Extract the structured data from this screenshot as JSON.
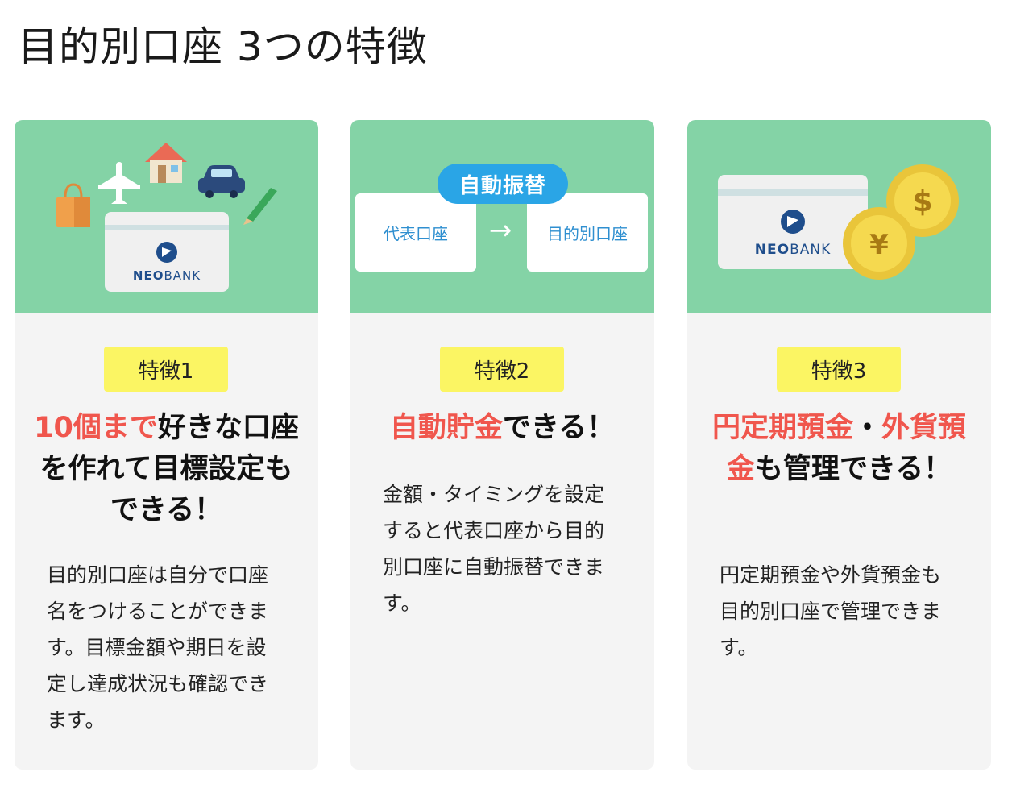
{
  "page": {
    "title": "目的別口座 3つの特徴"
  },
  "brand": {
    "card_label_bold": "NEO",
    "card_label_light": "BANK"
  },
  "colors": {
    "illust_bg": "#84d3a6",
    "card_bg": "#f4f4f4",
    "badge_bg": "#fbf563",
    "accent_red": "#f0564d",
    "accent_blue": "#2aa5e6"
  },
  "features": [
    {
      "badge": "特徴1",
      "headline_highlight": "10個まで",
      "headline_rest": "好きな口座を作れて目標設定もできる！",
      "description": "目的別口座は自分で口座名をつけることができます。目標金額や期日を設定し達成状況も確認できます。",
      "icons": [
        "shopping-bag-icon",
        "airplane-icon",
        "house-icon",
        "car-icon",
        "pencil-icon",
        "bank-card-icon"
      ]
    },
    {
      "badge": "特徴2",
      "headline_highlight": "自動貯金",
      "headline_rest": "できる！",
      "description": "金額・タイミングを設定すると代表口座から目的別口座に自動振替できます。",
      "transfer": {
        "pill": "自動振替",
        "from": "代表口座",
        "arrow": "→",
        "to": "目的別口座"
      }
    },
    {
      "badge": "特徴3",
      "headline_highlight": "円定期預金",
      "headline_mid": "・",
      "headline_highlight2": "外貨預金",
      "headline_rest": "も管理できる！",
      "description": "円定期預金や外貨預金も目的別口座で管理できます。",
      "coins": {
        "dollar": "$",
        "yen": "¥"
      }
    }
  ]
}
